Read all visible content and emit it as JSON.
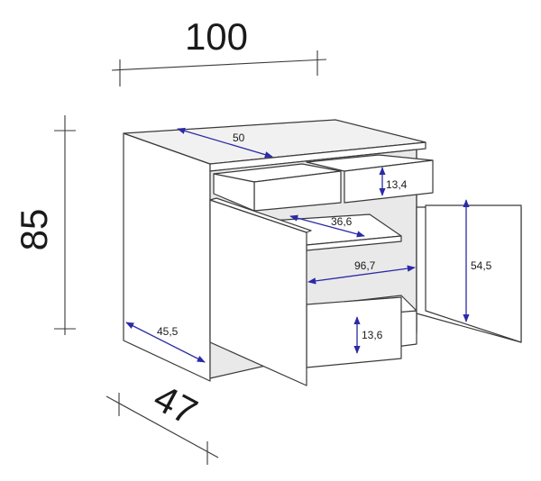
{
  "dimensions": {
    "width": "100",
    "height": "85",
    "depth": "47"
  },
  "inner_measures": {
    "top_depth": "50",
    "drawer_height": "13,4",
    "shelf_depth": "36,6",
    "inner_width": "96,7",
    "door_height": "54,5",
    "side_depth": "45,5",
    "bottom_clearance": "13,6"
  },
  "colors": {
    "measure_arrow": "#2a2aa8",
    "outline": "#3a3a3a"
  }
}
